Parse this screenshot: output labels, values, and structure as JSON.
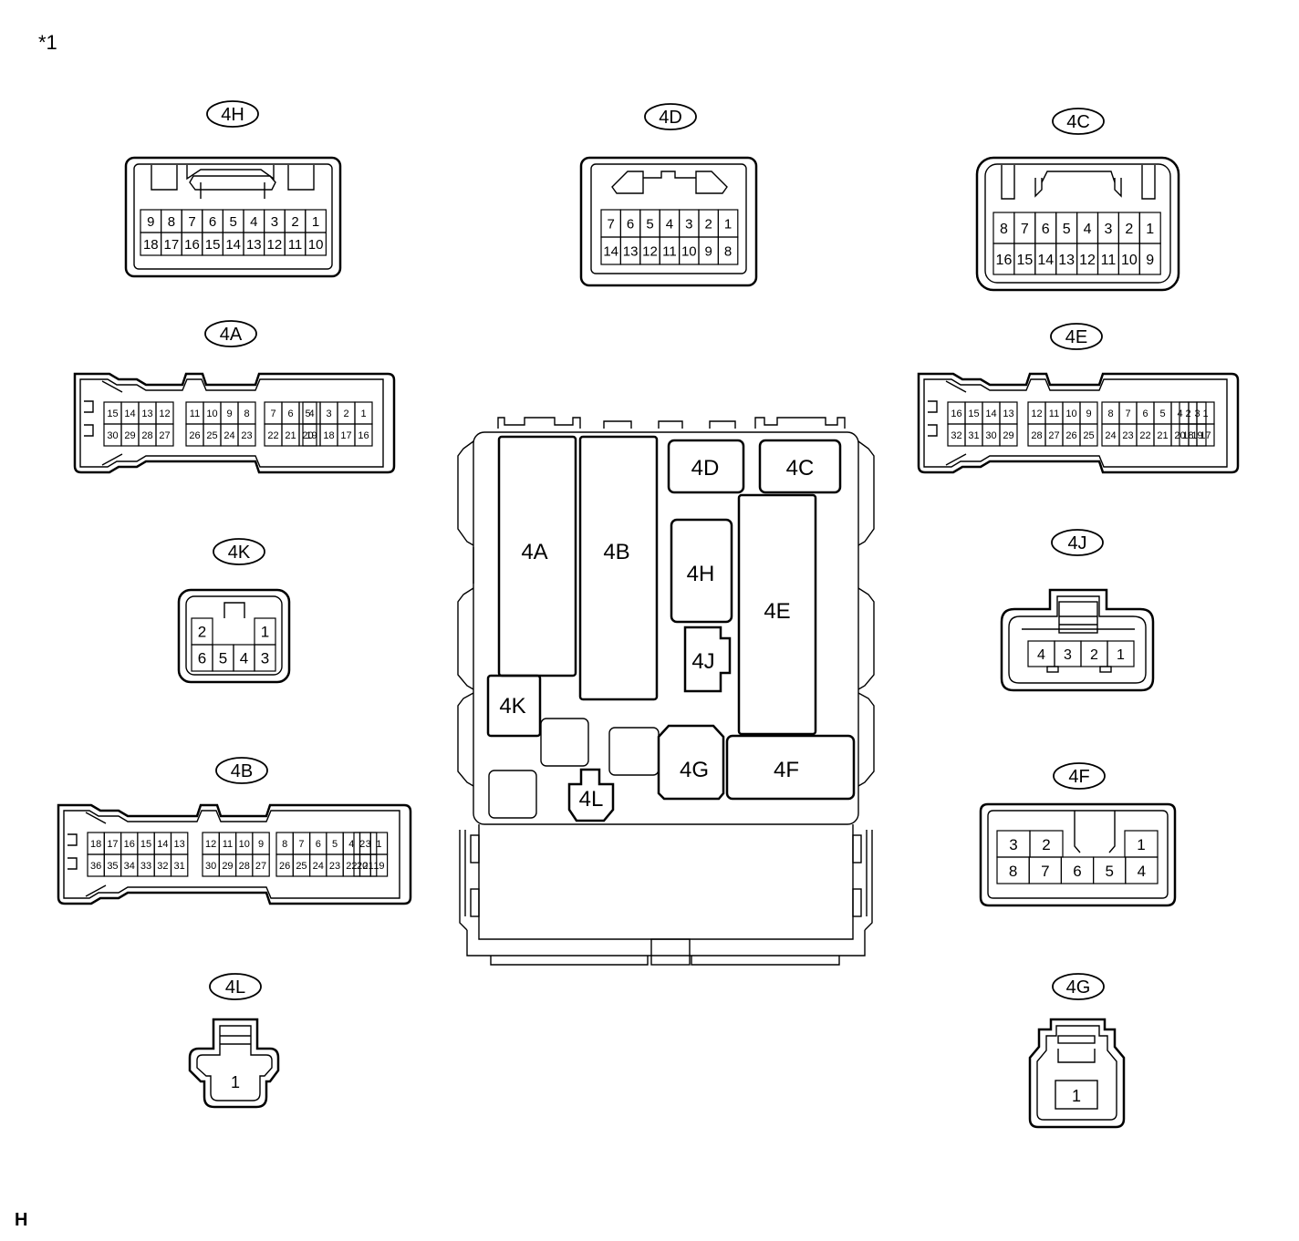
{
  "note_mark": "*1",
  "corner_mark": "H",
  "block_labels": {
    "4A": "4A",
    "4B": "4B",
    "4C": "4C",
    "4D": "4D",
    "4E": "4E",
    "4F": "4F",
    "4G": "4G",
    "4H": "4H",
    "4J": "4J",
    "4K": "4K",
    "4L": "4L"
  },
  "connectors": {
    "4H": {
      "tag": "4H",
      "rows": [
        [
          "9",
          "8",
          "7",
          "6",
          "5",
          "4",
          "3",
          "2",
          "1"
        ],
        [
          "18",
          "17",
          "16",
          "15",
          "14",
          "13",
          "12",
          "11",
          "10"
        ]
      ]
    },
    "4D": {
      "tag": "4D",
      "rows": [
        [
          "7",
          "6",
          "5",
          "4",
          "3",
          "2",
          "1"
        ],
        [
          "14",
          "13",
          "12",
          "11",
          "10",
          "9",
          "8"
        ]
      ]
    },
    "4C": {
      "tag": "4C",
      "rows": [
        [
          "8",
          "7",
          "6",
          "5",
          "4",
          "3",
          "2",
          "1"
        ],
        [
          "16",
          "15",
          "14",
          "13",
          "12",
          "11",
          "10",
          "9"
        ]
      ]
    },
    "4A": {
      "tag": "4A",
      "groups": [
        {
          "rows": [
            [
              "15",
              "14",
              "13",
              "12"
            ],
            [
              "30",
              "29",
              "28",
              "27"
            ]
          ]
        },
        {
          "rows": [
            [
              "11",
              "10",
              "9",
              "8"
            ],
            [
              "26",
              "25",
              "24",
              "23"
            ]
          ]
        },
        {
          "rows": [
            [
              "7",
              "6",
              "5"
            ],
            [
              "22",
              "21",
              "20"
            ]
          ]
        },
        {
          "rows": [
            [
              "4",
              "3",
              "2",
              "1"
            ],
            [
              "19",
              "18",
              "17",
              "16"
            ]
          ]
        }
      ]
    },
    "4E": {
      "tag": "4E",
      "groups": [
        {
          "rows": [
            [
              "16",
              "15",
              "14",
              "13"
            ],
            [
              "32",
              "31",
              "30",
              "29"
            ]
          ]
        },
        {
          "rows": [
            [
              "12",
              "11",
              "10",
              "9"
            ],
            [
              "28",
              "27",
              "26",
              "25"
            ]
          ]
        },
        {
          "rows": [
            [
              "8",
              "7",
              "6",
              "5",
              "4",
              "3"
            ],
            [
              "24",
              "23",
              "22",
              "21",
              "20",
              "19"
            ]
          ]
        },
        {
          "rows": [
            [
              "2",
              "1"
            ],
            [
              "18",
              "17"
            ]
          ]
        }
      ]
    },
    "4K": {
      "tag": "4K",
      "top": [
        "2",
        "1"
      ],
      "bottom": [
        "6",
        "5",
        "4",
        "3"
      ]
    },
    "4J": {
      "tag": "4J",
      "rows": [
        [
          "4",
          "3",
          "2",
          "1"
        ]
      ]
    },
    "4B": {
      "tag": "4B",
      "groups": [
        {
          "rows": [
            [
              "18",
              "17",
              "16",
              "15",
              "14",
              "13"
            ],
            [
              "36",
              "35",
              "34",
              "33",
              "32",
              "31"
            ]
          ]
        },
        {
          "rows": [
            [
              "12",
              "11",
              "10",
              "9"
            ],
            [
              "30",
              "29",
              "28",
              "27"
            ]
          ]
        },
        {
          "rows": [
            [
              "8",
              "7",
              "6",
              "5",
              "4",
              "3"
            ],
            [
              "26",
              "25",
              "24",
              "23",
              "22",
              "21"
            ]
          ]
        },
        {
          "rows": [
            [
              "2",
              "1"
            ],
            [
              "20",
              "19"
            ]
          ]
        }
      ]
    },
    "4F": {
      "tag": "4F",
      "top": [
        "3",
        "2",
        "1"
      ],
      "bottom": [
        "8",
        "7",
        "6",
        "5",
        "4"
      ]
    },
    "4L": {
      "tag": "4L",
      "pin": "1"
    },
    "4G": {
      "tag": "4G",
      "pin": "1"
    }
  }
}
